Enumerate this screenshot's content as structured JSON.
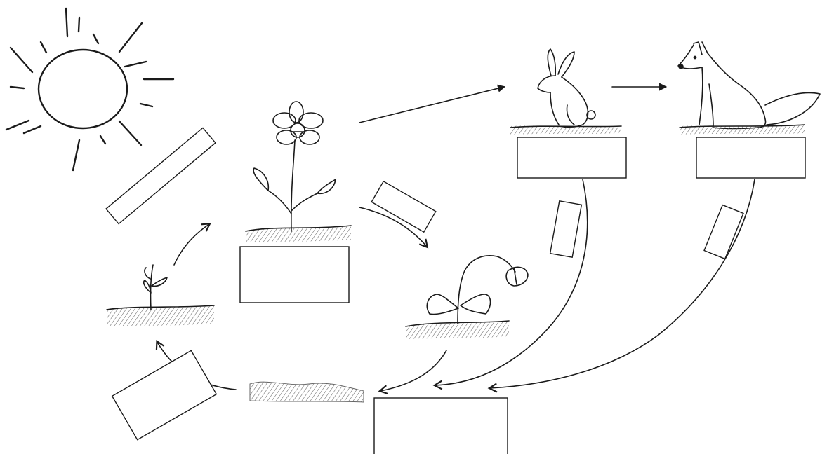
{
  "diagram": {
    "nodes": [
      {
        "id": "sun",
        "icon": "sun-icon"
      },
      {
        "id": "flower",
        "icon": "flower-icon"
      },
      {
        "id": "rabbit",
        "icon": "rabbit-icon"
      },
      {
        "id": "fox",
        "icon": "fox-icon"
      },
      {
        "id": "wilted-plant",
        "icon": "wilted-plant-icon"
      },
      {
        "id": "decomposed-soil",
        "icon": "soil-mound-icon"
      },
      {
        "id": "seedling",
        "icon": "seedling-icon"
      }
    ],
    "answer_boxes": [
      {
        "id": "box-sun-to-flower",
        "text": ""
      },
      {
        "id": "box-flower",
        "text": ""
      },
      {
        "id": "box-flower-to-wilted",
        "text": ""
      },
      {
        "id": "box-rabbit",
        "text": ""
      },
      {
        "id": "box-fox",
        "text": ""
      },
      {
        "id": "box-rabbit-to-soil",
        "text": ""
      },
      {
        "id": "box-fox-to-soil",
        "text": ""
      },
      {
        "id": "box-soil",
        "text": ""
      },
      {
        "id": "box-soil-to-seedling",
        "text": ""
      }
    ],
    "colors": {
      "ink": "#1a1a1a",
      "soil_hatch": "#555555",
      "background": "#ffffff"
    }
  }
}
